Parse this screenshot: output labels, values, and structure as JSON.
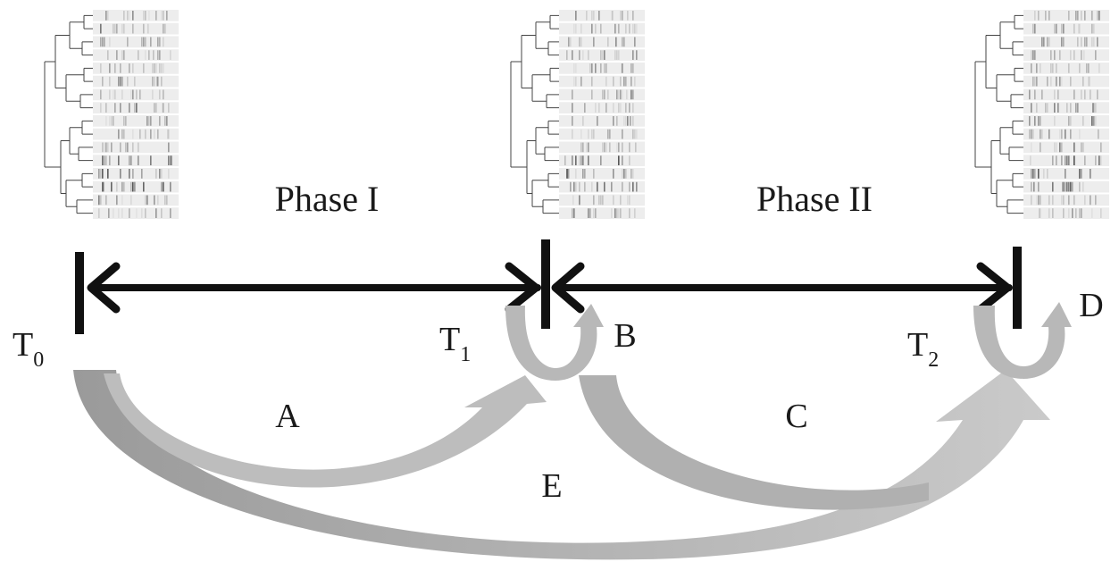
{
  "phases": {
    "phase1": "Phase I",
    "phase2": "Phase II"
  },
  "timepoints": {
    "t0": {
      "main": "T",
      "sub": "0"
    },
    "t1": {
      "main": "T",
      "sub": "1"
    },
    "t2": {
      "main": "T",
      "sub": "2"
    }
  },
  "transitions": {
    "a": "A",
    "b": "B",
    "c": "C",
    "d": "D",
    "e": "E"
  },
  "colors": {
    "line": "#111111",
    "arrow_gray": "#b3b3b3",
    "arrow_gray_dark": "#9a9a9a",
    "text": "#1a1a1a"
  },
  "fingerprints": [
    {
      "name": "fingerprint-t0",
      "lanes": 16
    },
    {
      "name": "fingerprint-t1",
      "lanes": 16
    },
    {
      "name": "fingerprint-t2",
      "lanes": 16
    }
  ]
}
